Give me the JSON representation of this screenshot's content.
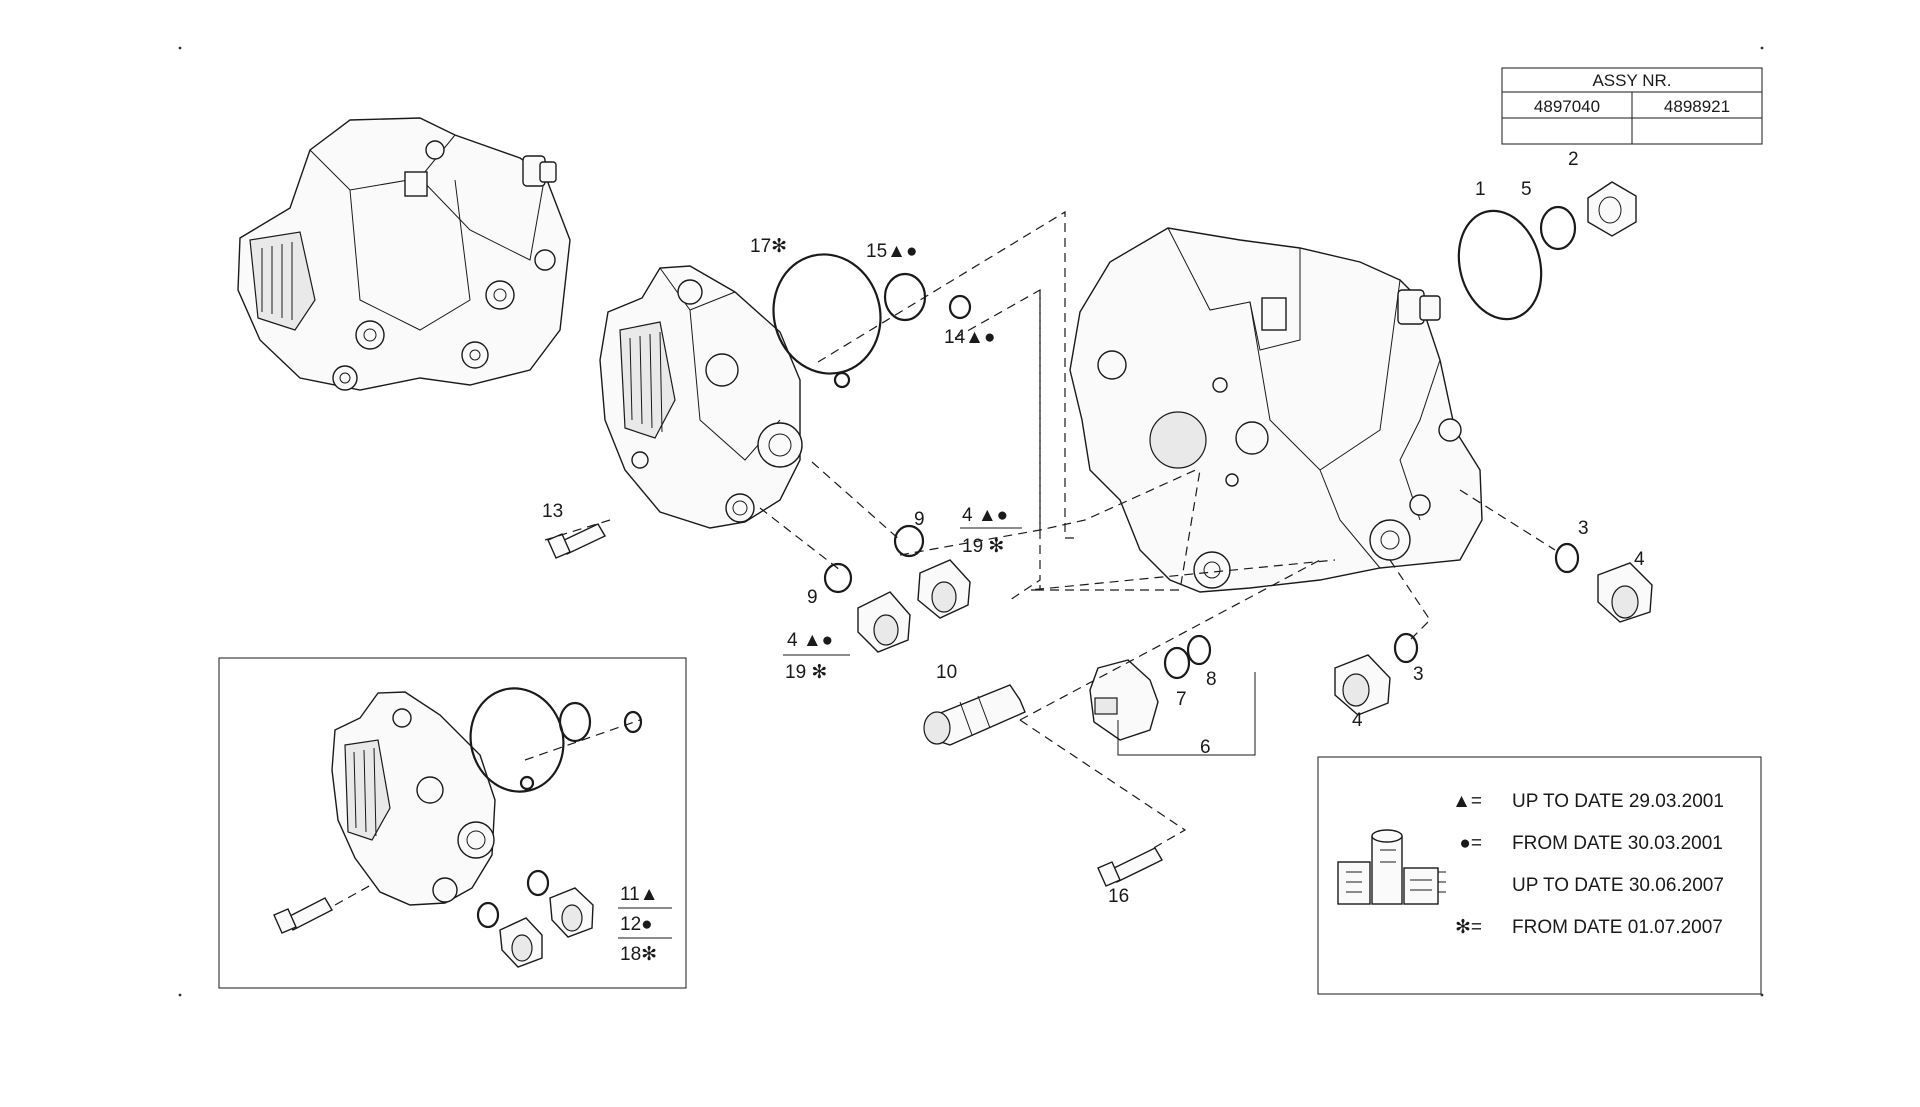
{
  "assy_table": {
    "header": "ASSY NR.",
    "col1": "4897040",
    "col2": "4898921"
  },
  "callouts": {
    "c1": "1",
    "c2": "2",
    "c5": "5",
    "c17": "17✻",
    "c15": "15▲●",
    "c14": "14▲●",
    "c13": "13",
    "c9a": "9",
    "c9b": "9",
    "c4a_top": "4 ▲●",
    "c4a_bot": "19 ✻",
    "c4b_top": "4 ▲●",
    "c4b_bot": "19 ✻",
    "c3a": "3",
    "c4c": "4",
    "c3b": "3",
    "c4d": "4",
    "c10": "10",
    "c7": "7",
    "c8": "8",
    "c6": "6",
    "c16": "16",
    "c11": "11▲",
    "c12": "12●",
    "c18": "18✻"
  },
  "legend": {
    "rows": [
      {
        "symbol": "▲=",
        "text": "UP TO DATE 29.03.2001"
      },
      {
        "symbol": "●=",
        "text": "FROM DATE 30.03.2001"
      },
      {
        "symbol": "",
        "text": "UP TO DATE 30.06.2007"
      },
      {
        "symbol": "✻=",
        "text": "FROM DATE 01.07.2007"
      }
    ]
  }
}
